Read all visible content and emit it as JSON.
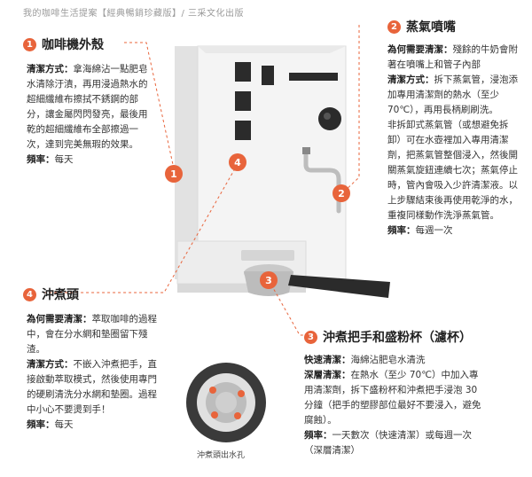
{
  "caption": "我的咖啡生活提案【經典暢銷珍藏版】/ 三采文化出版",
  "sections": [
    {
      "number": "1",
      "title": "咖啡機外殼",
      "paragraphs": [
        {
          "label": "清潔方式：",
          "text": "拿海綿沾一點肥皂水清除汙漬，再用浸過熱水的超細纖維布擦拭不銹鋼的部分，讓金屬閃閃發亮，最後用乾的超細纖維布全部擦過一次，達到完美無瑕的效果。"
        },
        {
          "label": "頻率：",
          "text": "每天"
        }
      ]
    },
    {
      "number": "2",
      "title": "蒸氣噴嘴",
      "paragraphs": [
        {
          "label": "為何需要清潔：",
          "text": "殘餘的牛奶會附著在噴嘴上和管子內部"
        },
        {
          "label": "清潔方式：",
          "text": "拆下蒸氣管，浸泡添加專用清潔劑的熱水（至少70℃），再用長柄刷刷洗。"
        },
        {
          "label": "",
          "text": "非拆卸式蒸氣管（或想避免拆卸）可在水壺裡加入專用清潔劑，把蒸氣管整個浸入，然後開關蒸氣旋鈕連續七次；蒸氣停止時，管內會吸入少許清潔液。以上步驟結束後再使用乾淨的水，重複同樣動作洗淨蒸氣管。"
        },
        {
          "label": "頻率：",
          "text": "每週一次"
        }
      ]
    },
    {
      "number": "3",
      "title": "沖煮把手和盛粉杯（濾杯）",
      "paragraphs": [
        {
          "label": "快速清潔：",
          "text": "海綿沾肥皂水清洗"
        },
        {
          "label": "深層清潔：",
          "text": "在熱水（至少 70℃）中加入專用清潔劑，拆下盛粉杯和沖煮把手浸泡 30 分鐘（把手的塑膠部位最好不要浸入，避免腐蝕）。"
        },
        {
          "label": "頻率：",
          "text": "一天數次（快速清潔）或每週一次（深層清潔）"
        }
      ]
    },
    {
      "number": "4",
      "title": "沖煮頭",
      "paragraphs": [
        {
          "label": "為何需要清潔：",
          "text": "萃取咖啡的過程中，會在分水網和墊圈留下殘渣。"
        },
        {
          "label": "清潔方式：",
          "text": "不嵌入沖煮把手，直接啟動萃取模式，然後使用專門的硬刷清洗分水網和墊圈。過程中小心不要燙到手！"
        },
        {
          "label": "頻率：",
          "text": "每天"
        }
      ]
    }
  ],
  "markers": [
    "1",
    "2",
    "3",
    "4"
  ],
  "nozzle_caption": "沖煮頭出水孔",
  "colors": {
    "accent": "#e8643b",
    "machine_body": "#f3f3f3",
    "outline": "#cfcfcf",
    "dark": "#2b2b2b"
  }
}
